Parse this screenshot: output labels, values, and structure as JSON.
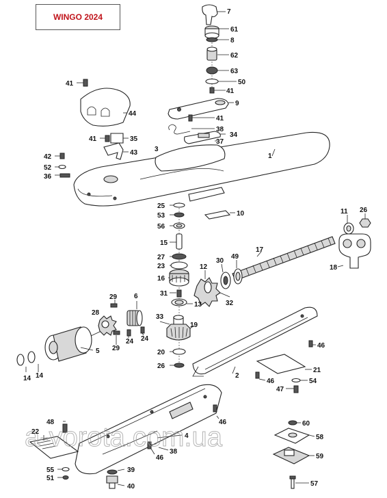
{
  "title": "WINGO 2024",
  "watermark": "a-vorota.com.ua",
  "callouts": {
    "c7": "7",
    "c61": "61",
    "c8": "8",
    "c62": "62",
    "c63": "63",
    "c50": "50",
    "c41a": "41",
    "c9": "9",
    "c41b": "41",
    "c38a": "38",
    "c34": "34",
    "c37": "37",
    "c41c": "41",
    "c44": "44",
    "c41d": "41",
    "c35": "35",
    "c43": "43",
    "c3": "3",
    "c1": "1",
    "c42": "42",
    "c52": "52",
    "c36a": "36",
    "c25": "25",
    "c53": "53",
    "c56": "56",
    "c10": "10",
    "c11": "11",
    "c26a": "26",
    "c15": "15",
    "c17": "17",
    "c27": "27",
    "c23": "23",
    "c30": "30",
    "c49": "49",
    "c18": "18",
    "c12": "12",
    "c16": "16",
    "c31": "31",
    "c13": "13",
    "c32": "32",
    "c29a": "29",
    "c6": "6",
    "c28": "28",
    "c33": "33",
    "c19": "19",
    "c24a": "24",
    "c24b": "24",
    "c29b": "29",
    "c5": "5",
    "c20": "20",
    "c26b": "26",
    "c46a": "46",
    "c14a": "14",
    "c14b": "14",
    "c2": "2",
    "c21": "21",
    "c46b": "46",
    "c54": "54",
    "c47": "47",
    "c4": "4",
    "c46c": "46",
    "c48": "48",
    "c60": "60",
    "c22": "22",
    "c58": "58",
    "c46d": "46",
    "c38b": "38",
    "c59": "59",
    "c55": "55",
    "c39": "39",
    "c51": "51",
    "c40": "40",
    "c57": "57"
  }
}
